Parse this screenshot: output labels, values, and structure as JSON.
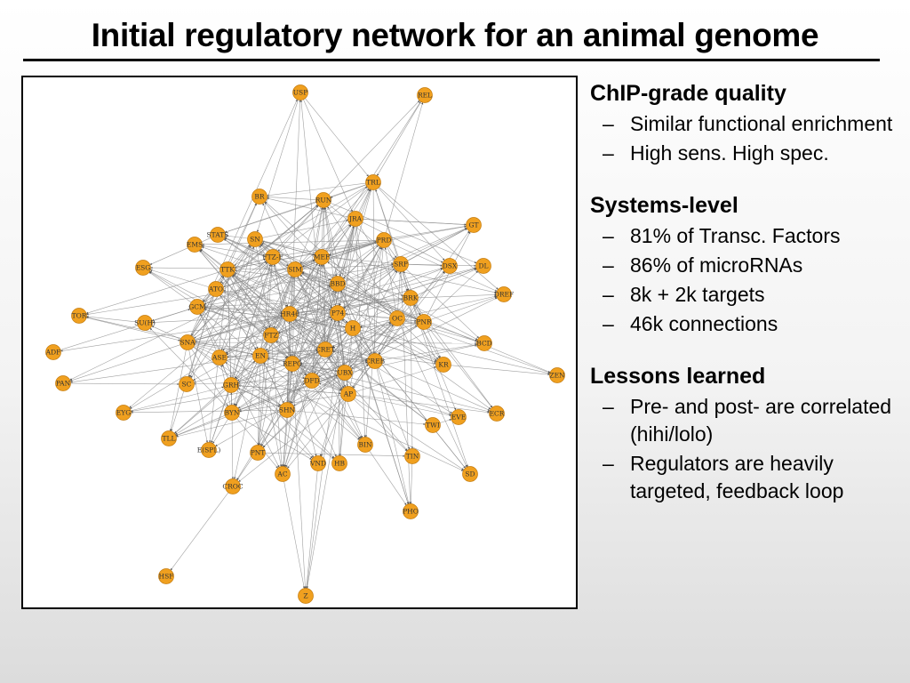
{
  "title": "Initial regulatory network for an animal genome",
  "network": {
    "colors": {
      "node_fill": "#f0a01f",
      "node_stroke": "#c47a0b",
      "edge": "#8a8a8a"
    },
    "nodes": [
      "USP",
      "REL",
      "TRL",
      "BR",
      "RUN",
      "JRA",
      "GT",
      "STATS",
      "SN",
      "EMS",
      "PRD",
      "FTZ-F",
      "MEF",
      "ESG",
      "SIM",
      "SRP",
      "DSX",
      "DL",
      "TTK",
      "BBD",
      "ATO",
      "BRK",
      "DREF",
      "GCM",
      "HR46",
      "P74",
      "OC",
      "PNR",
      "TOR",
      "SU(H)",
      "H",
      "FTZ",
      "SNA",
      "BCD",
      "ADF",
      "CRET",
      "ASE",
      "EN",
      "REPO",
      "CREB",
      "KR",
      "ZEN",
      "UBX",
      "DFD",
      "SC",
      "GRH",
      "PAN",
      "AP",
      "EYG",
      "BYN",
      "SHN",
      "EVE",
      "ECR",
      "TWI",
      "TLL",
      "E(SPL)",
      "BIN",
      "PNT",
      "TIN",
      "VND",
      "HB",
      "AC",
      "SD",
      "CROC",
      "PHO",
      "HSF",
      "Z"
    ]
  },
  "sections": [
    {
      "heading": "ChIP-grade quality",
      "items": [
        "Similar functional enrichment",
        "High sens. High spec."
      ]
    },
    {
      "heading": "Systems-level",
      "items": [
        "81% of Transc. Factors",
        "86% of microRNAs",
        "8k + 2k targets",
        "46k connections"
      ]
    },
    {
      "heading": "Lessons learned",
      "items": [
        "Pre- and post- are correlated (hihi/lolo)",
        "Regulators are heavily targeted, feedback loop"
      ]
    }
  ],
  "dash": "–"
}
